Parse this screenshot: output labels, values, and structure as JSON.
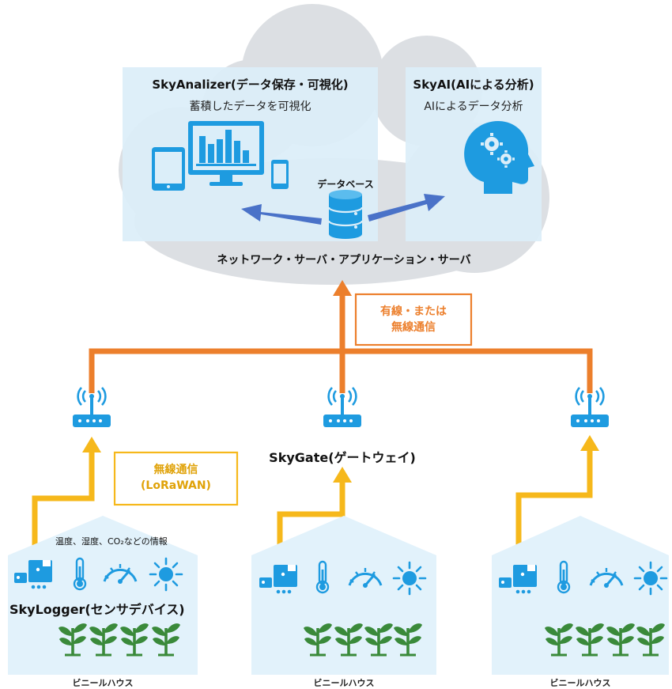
{
  "cloud": {
    "analyzer_title": "SkyAnalizer(データ保存・可視化)",
    "analyzer_subtitle": "蓄積したデータを可視化",
    "ai_title": "SkyAI(AIによる分析)",
    "ai_subtitle": "AIによるデータ分析",
    "database_label": "データベース",
    "server_label": "ネットワーク・サーバ・アプリケーション・サーバ"
  },
  "wired_box": {
    "line1": "有線・または",
    "line2": "無線通信"
  },
  "lora_box": {
    "line1": "無線通信",
    "line2": "(LoRaWAN)"
  },
  "gateway_label": "SkyGate(ゲートウェイ)",
  "sensor_info": "温度、湿度、CO₂などの情報",
  "logger_label": "SkyLogger(センサデバイス)",
  "houses": [
    {
      "label": "ビニールハウス"
    },
    {
      "label": "ビニールハウス"
    },
    {
      "label": "ビニールハウス"
    }
  ],
  "colors": {
    "cloud": "#dcdfe3",
    "panel": "#dbeef9",
    "icon_blue": "#1e9be0",
    "orange": "#ec7f2c",
    "yellow": "#f6b81b",
    "arrow_blue": "#4a72c8",
    "plant": "#3a8a3a",
    "house_fill": "#e2f2fb"
  },
  "icons": [
    "tablet-icon",
    "monitor-chart-icon",
    "smartphone-icon",
    "database-icon",
    "ai-head-icon",
    "router-icon",
    "sensor-device-icon",
    "thermometer-icon",
    "gauge-icon",
    "sun-icon",
    "plant-icon"
  ]
}
